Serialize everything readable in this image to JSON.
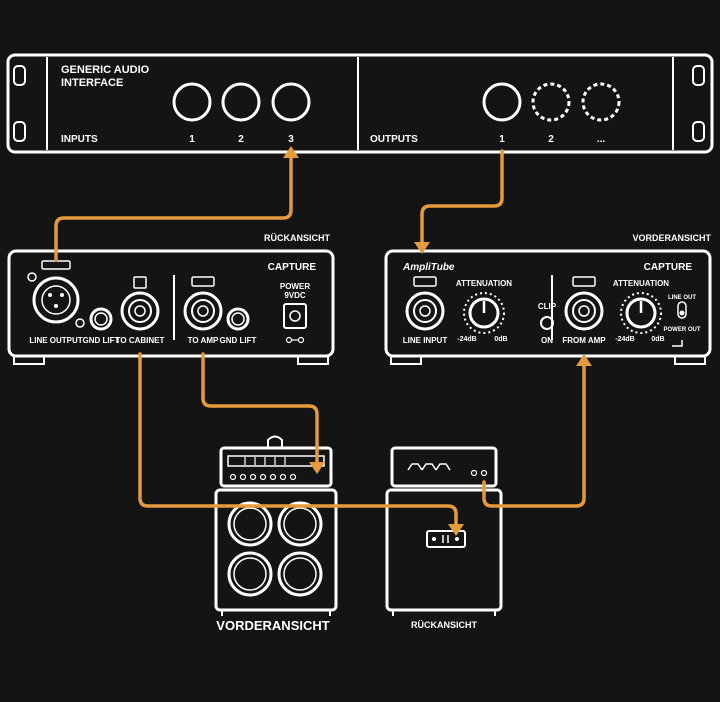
{
  "interface": {
    "title_line1": "GENERIC AUDIO",
    "title_line2": "INTERFACE",
    "inputs_label": "INPUTS",
    "outputs_label": "OUTPUTS",
    "input_nums": [
      "1",
      "2",
      "3"
    ],
    "output_nums": [
      "1",
      "2",
      "..."
    ]
  },
  "left_unit": {
    "view_label": "RÜCKANSICHT",
    "capture_label": "CAPTURE",
    "line_output": "LINE OUTPUT",
    "gnd_lift_1": "GND LIFT",
    "to_cabinet": "TO CABINET",
    "to_amp": "TO AMP",
    "gnd_lift_2": "GND LIFT",
    "power_line1": "POWER",
    "power_line2": "9VDC"
  },
  "right_unit": {
    "view_label": "VORDERANSICHT",
    "capture_label": "CAPTURE",
    "logo": "AmpliTube",
    "line_input": "LINE INPUT",
    "attenuation_1": "ATTENUATION",
    "min_1": "-24dB",
    "max_1": "0dB",
    "clip": "CLIP",
    "on": "ON",
    "from_amp": "FROM AMP",
    "attenuation_2": "ATTENUATION",
    "min_2": "-24dB",
    "max_2": "0dB",
    "line_out": "LINE OUT",
    "power_out": "POWER OUT"
  },
  "bottom": {
    "left_view": "VORDERANSICHT",
    "right_view": "RÜCKANSICHT"
  },
  "colors": {
    "background": "#141414",
    "line": "#ffffff",
    "cable": "#e59a3b"
  }
}
